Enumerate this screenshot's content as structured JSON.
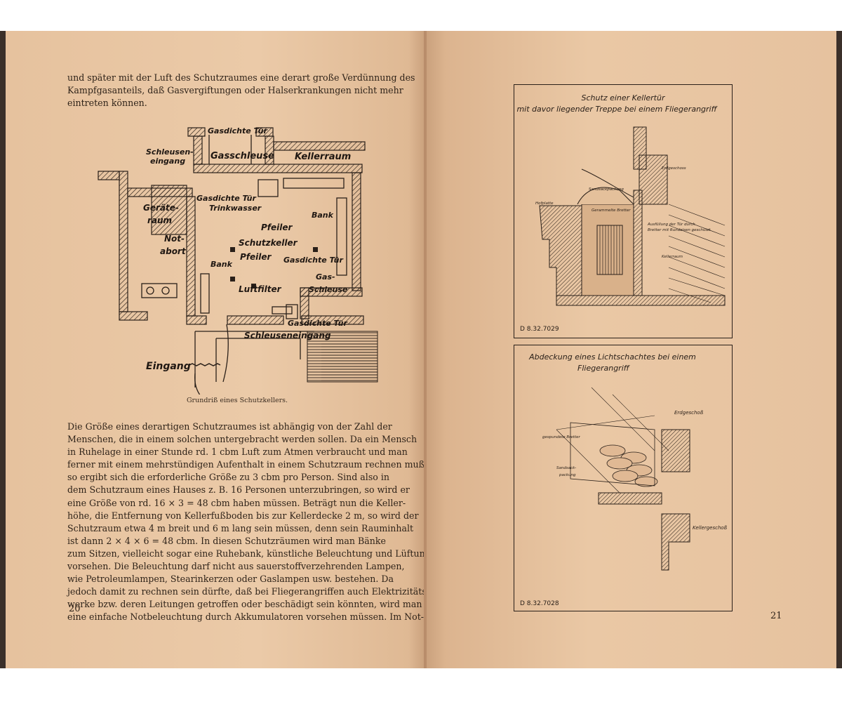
{
  "left_page": {
    "top_paragraph": [
      "und später mit der Luft des Schutzraumes eine derart große Verdünnung des",
      "Kampfgasanteils, daß Gasvergiftungen oder Halserkrankungen nicht mehr",
      "eintreten können."
    ],
    "figure": {
      "caption": "Grundriß eines Schutzkellers.",
      "labels": {
        "gasdichte_tuer_top": "Gasdichte Tür",
        "schleusen_eingang_1": "Schleusen-",
        "schleusen_eingang_2": "eingang",
        "gasschleuse": "Gasschleuse",
        "kellerraum": "Kellerraum",
        "geraete_1": "Geräte-",
        "geraete_2": "raum",
        "gasdichte_tuer_mid": "Gasdichte Tür",
        "trinkwasser": "Trinkwasser",
        "bank_right": "Bank",
        "pfeiler_top": "Pfeiler",
        "schutzkeller": "Schutzkeller",
        "not_1": "Not-",
        "not_2": "abort",
        "pfeiler_mid": "Pfeiler",
        "gasdichte_tuer_right": "Gasdichte Tür",
        "bank_left": "Bank",
        "gas_1": "Gas-",
        "gas_2": "Schleuse",
        "luftfilter": "Luftfilter",
        "gasdichte_tuer_bottom": "Gasdichte Tür",
        "schleusen_eingang_bottom": "Schleuseneingang",
        "eingang": "Eingang"
      }
    },
    "body_paragraph": [
      "Die Größe eines derartigen Schutzraumes ist abhängig von der Zahl der",
      "Menschen, die in einem solchen untergebracht werden sollen. Da ein Mensch",
      "in Ruhelage in einer Stunde rd. 1 cbm Luft zum Atmen verbraucht und man",
      "ferner mit einem mehrstündigen Aufenthalt in einem Schutzraum rechnen muß,",
      "so ergibt sich die erforderliche Größe zu 3 cbm pro Person. Sind also in",
      "dem Schutzraum eines Hauses z. B. 16 Personen unterzubringen, so wird er",
      "eine Größe von rd. 16 × 3 = 48 cbm haben müssen. Beträgt nun die Keller-",
      "höhe, die Entfernung von Kellerfußboden bis zur Kellerdecke 2 m, so wird der",
      "Schutzraum etwa 4 m breit und 6 m lang sein müssen, denn sein Rauminhalt",
      "ist dann 2 × 4 × 6 = 48 cbm. In diesen Schutzräumen wird man Bänke",
      "zum Sitzen, vielleicht sogar eine Ruhebank, künstliche Beleuchtung und Lüftung",
      "vorsehen. Die Beleuchtung darf nicht aus sauerstoffverzehrenden Lampen,",
      "wie Petroleumlampen, Stearinkerzen oder Gaslampen usw. bestehen. Da",
      "jedoch damit zu rechnen sein dürfte, daß bei Fliegerangriffen auch Elektrizitäts-",
      "werke bzw. deren Leitungen getroffen oder beschädigt sein könnten, wird man",
      "eine einfache Notbeleuchtung durch Akkumulatoren vorsehen müssen. Im Not-"
    ],
    "page_number": "20"
  },
  "right_page": {
    "figure_top": {
      "title_line1": "Schutz einer Kellertür",
      "title_line2": "mit davor liegender Treppe bei einem Fliegerangriff",
      "notes": {
        "erdgeschoss": "Erdgeschoss",
        "sandsack": "Sandsackpackung",
        "hofplatte": "Hofplatte",
        "bretter": "Gerammelte Bretter",
        "ausfuellung_1": "Ausfüllung der Tür durch",
        "ausfuellung_2": "Bretter mit Rundeisen geschützt",
        "kellerraum": "Kellerraum"
      },
      "code": "D 8.32.7029"
    },
    "figure_bottom": {
      "title_line1": "Abdeckung eines Lichtschachtes bei einem",
      "title_line2": "Fliegerangriff",
      "notes": {
        "erdgeschoss": "Erdgeschoß",
        "bretter": "gespundete Bretter",
        "sandsack_1": "Sandsack-",
        "sandsack_2": "packung",
        "kellergeschoss": "Kellergeschoß"
      },
      "code": "D 8.32.7028"
    },
    "page_number": "21"
  }
}
